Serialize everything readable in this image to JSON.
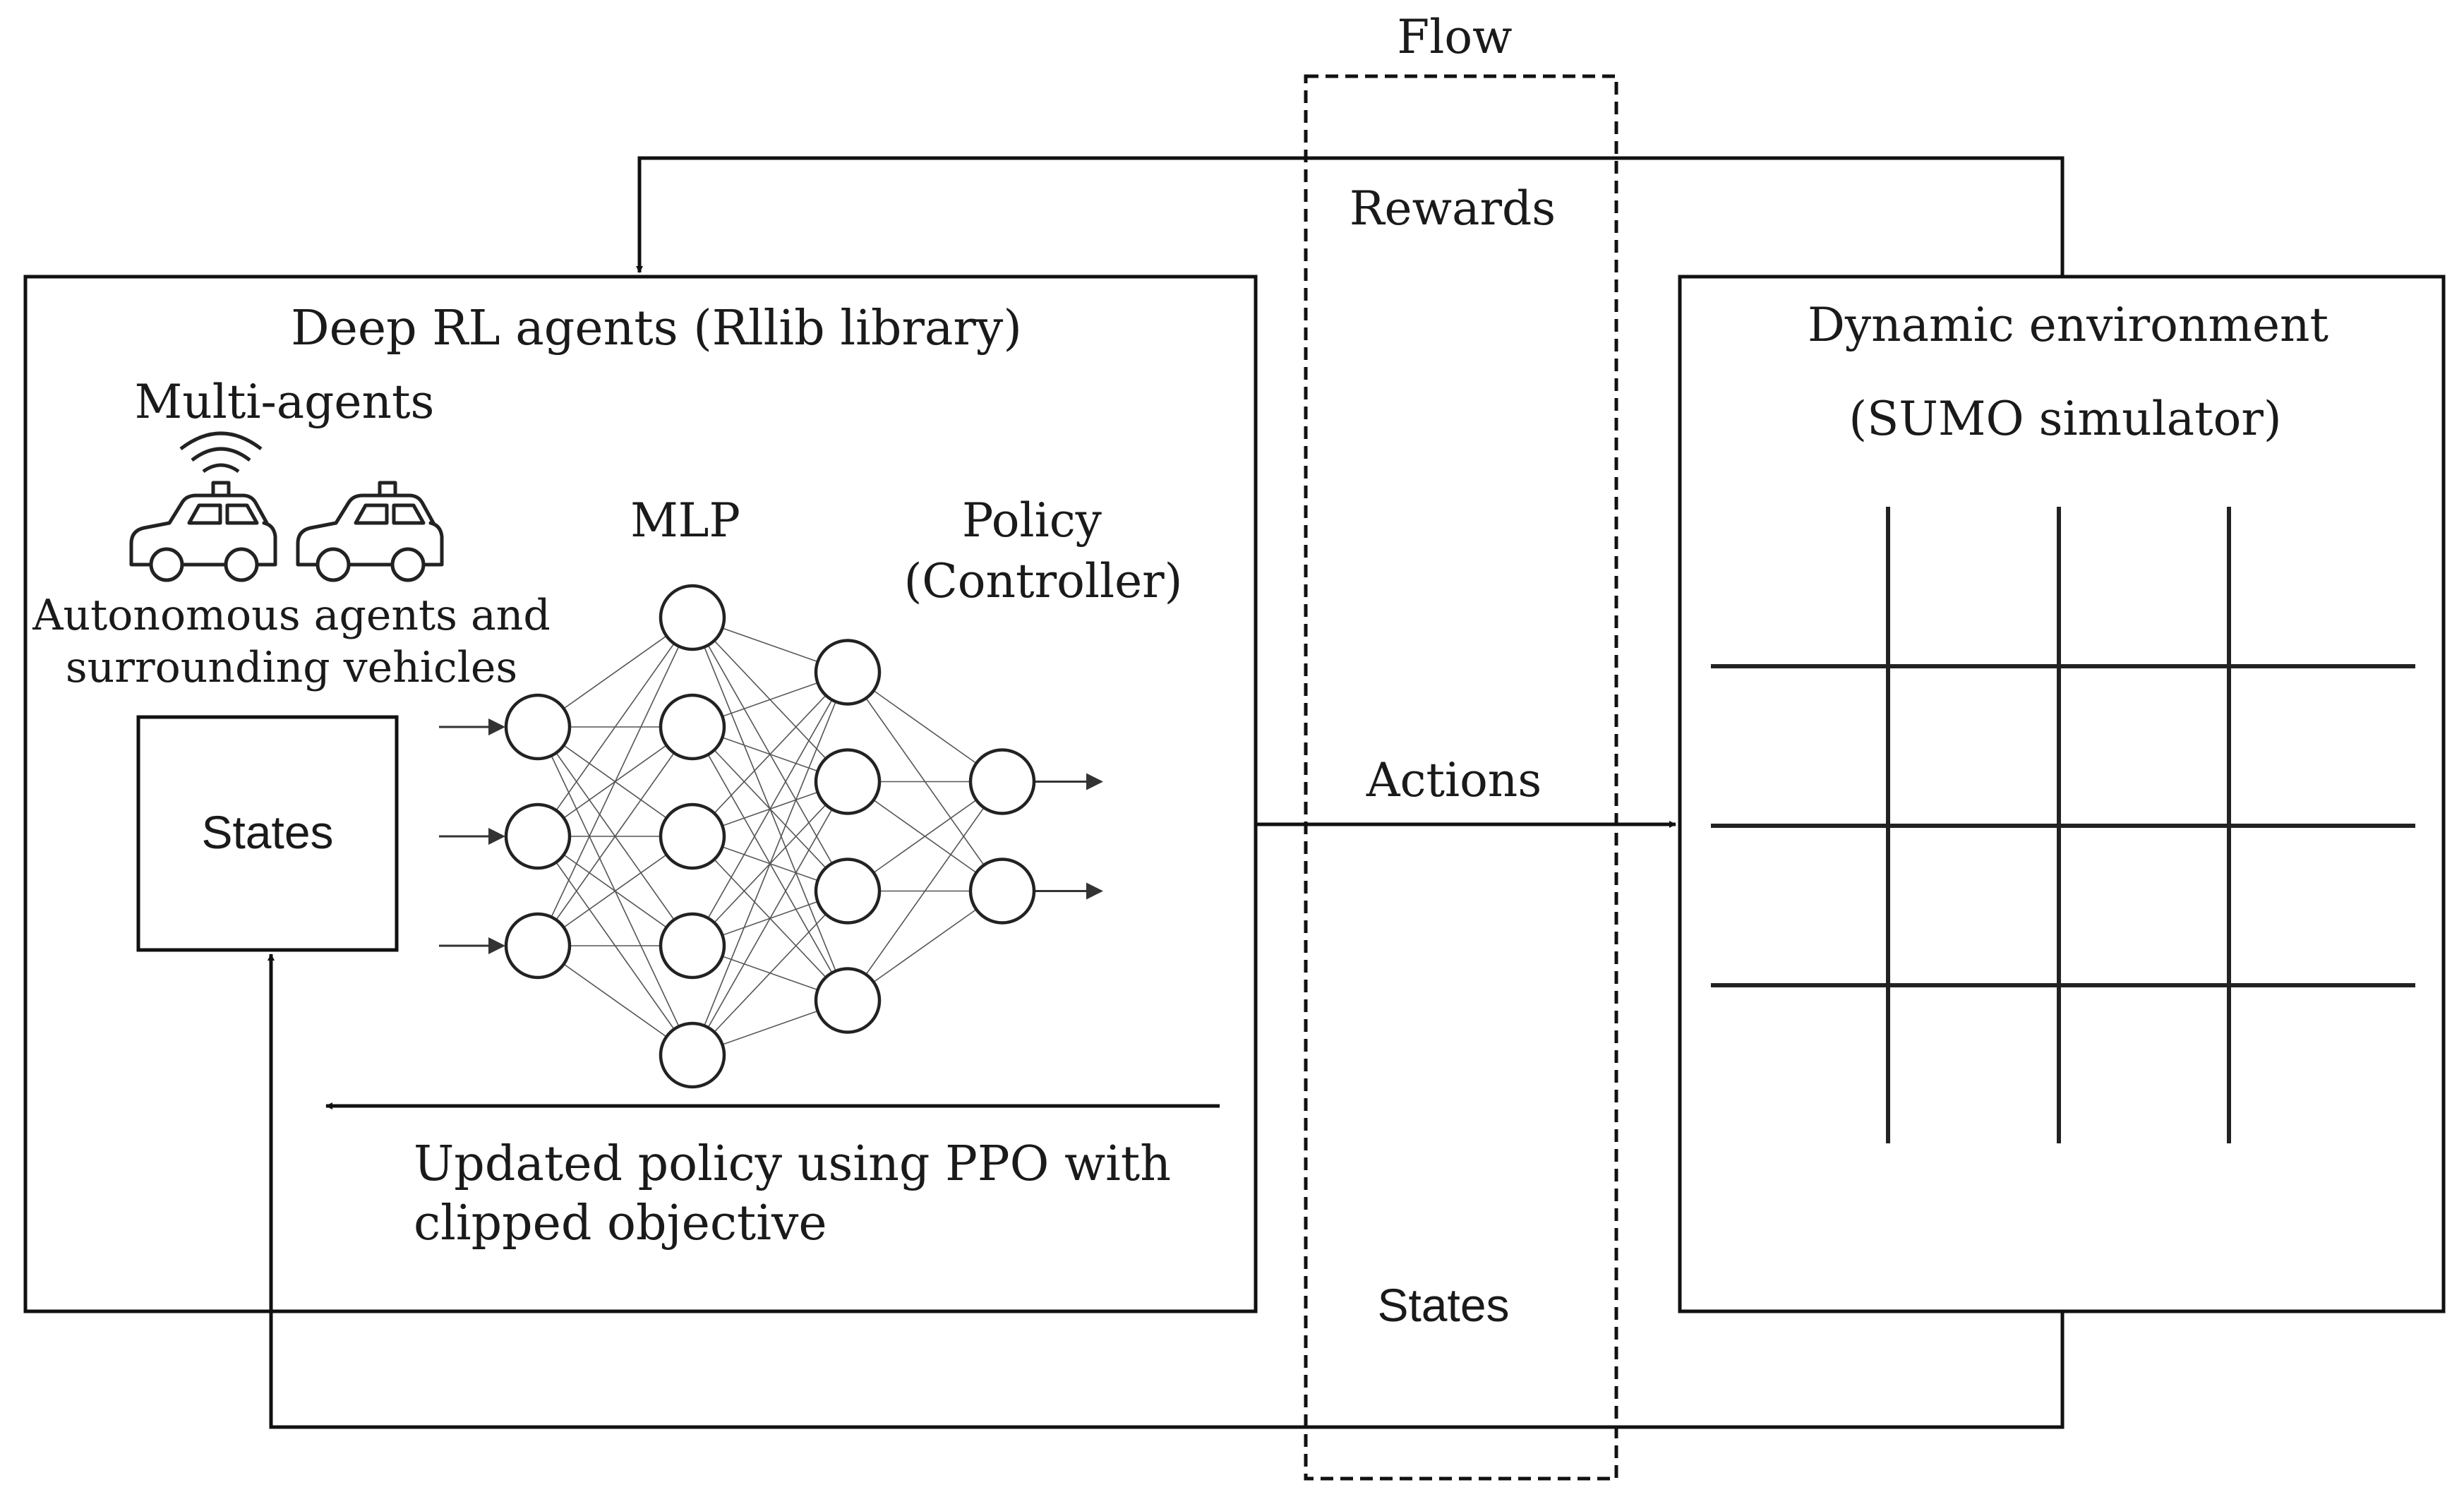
{
  "flow": {
    "title": "Flow"
  },
  "signals": {
    "rewards": "Rewards",
    "actions": "Actions",
    "states": "States"
  },
  "agents": {
    "title": "Deep RL agents (Rllib library)",
    "multi_agents": "Multi-agents",
    "vehicles_line1": "Autonomous agents and",
    "vehicles_line2": "surrounding vehicles",
    "states_box": "States",
    "mlp": "MLP",
    "policy_line1": "Policy",
    "policy_line2": "(Controller)",
    "update_line1": "Updated policy using PPO with",
    "update_line2": "clipped objective"
  },
  "environment": {
    "title_line1": "Dynamic environment",
    "title_line2": "(SUMO simulator)"
  },
  "network": {
    "layers": [
      3,
      5,
      4,
      2
    ]
  },
  "icons": [
    "car-with-antenna-icon",
    "car-icon"
  ]
}
